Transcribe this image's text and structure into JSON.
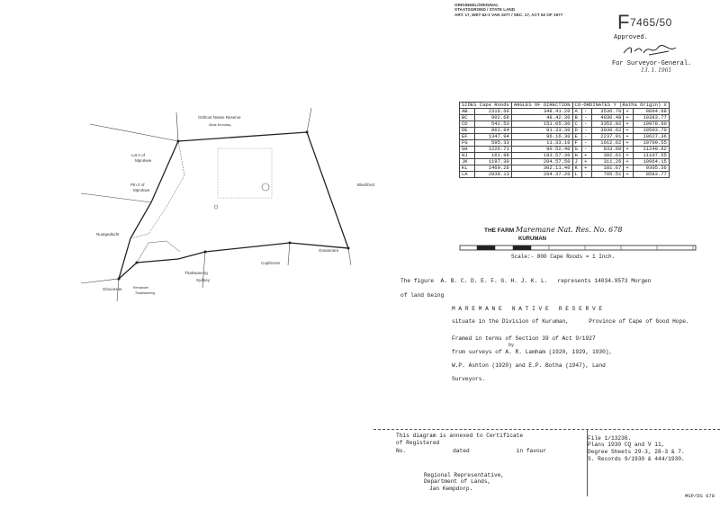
{
  "header": {
    "stamp_lines": [
      "ORIGINEEL/ORIGINAL",
      "STAATSGROND / STATE LAND",
      "ART. 17, WET 62-1 VAN 1977 / SEC. 17, ACT 62 OF 1977"
    ],
    "file_prefix": "F",
    "file_number": "7465/50",
    "approved": "Approved.",
    "for_sg": "For Surveyor-General.",
    "sg_date": "13. 1. 1961"
  },
  "coords_table": {
    "headers": [
      "SIDES Cape Roods",
      "ANGLES OF DIRECTION",
      "CO-ORDINATES Y (Ratha Origin) X"
    ],
    "rows": [
      [
        "AB",
        "2316.60",
        "348.41.20",
        "A",
        "-",
        "3536.70",
        "+",
        "8894.88"
      ],
      [
        "BC",
        "902.68",
        "48.42.30",
        "B",
        "-",
        "4030.48",
        "+",
        "10383.77"
      ],
      [
        "CD",
        "542.53",
        "151.05.30",
        "C",
        "-",
        "3352.92",
        "+",
        "10978.60"
      ],
      [
        "DE",
        "861.84",
        "81.33.30",
        "D",
        "-",
        "3030.62",
        "+",
        "10503.70"
      ],
      [
        "EF",
        "1347.94",
        "96.16.30",
        "E",
        "-",
        "2237.91",
        "+",
        "10627.36"
      ],
      [
        "FG",
        "595.33",
        "11.33.10",
        "F",
        "-",
        "1012.62",
        "+",
        "10700.55"
      ],
      [
        "GH",
        "1226.71",
        "90.52.40",
        "G",
        "-",
        "833.60",
        "+",
        "11240.82"
      ],
      [
        "HJ",
        "161.98",
        "193.57.30",
        "H",
        "+",
        "392.61",
        "+",
        "11107.55"
      ],
      [
        "JK",
        "1197.30",
        "204.57.50",
        "J",
        "+",
        "311.26",
        "+",
        "10964.15"
      ],
      [
        "KL",
        "1460.26",
        "302.11.40",
        "K",
        "+",
        "181.67",
        "+",
        "9305.36"
      ],
      [
        "LA",
        "2838.13",
        "264.37.20",
        "L",
        "-",
        "705.51",
        "+",
        "8583.77"
      ]
    ]
  },
  "farm": {
    "prefix": "THE FARM",
    "name": "Maremane Nat. Res. No. 678",
    "district": "KURUMAN",
    "scale": "Scale:- 800 Cape Roods = 1 Inch."
  },
  "description": {
    "line1": "The figure  A. B. C. D. E. F. G. H. J. K. L.   represents 14034.9573 Morgen",
    "line2": "of land being",
    "line3": "M A R E M A N E   N A T I V E   R E S E R V E",
    "line4": "situate in the Division of Kuruman,      Province of Cape of Good Hope.",
    "line5": "Framed in terms of Section 39 of Act 9/1927",
    "line6": "by",
    "line7": "from surveys of A. R. Lamham (1920, 1929, 1930),",
    "line8": "W.P. Ashton (1920) and E.P. Botha (1947), Land",
    "line9": "Surveyors."
  },
  "map": {
    "top_label1": "Oshloot  Native  Reserve",
    "top_label2": "Alias  brondaq",
    "left_label1": "Lot  A  of",
    "left_label2": "Mprokwe",
    "left_label3": "Ptn 2  of",
    "left_label4": "Mprokwe",
    "right_label": "Blashford",
    "grassmere": "Grassmere",
    "copthorne": "Copthorne",
    "nuutgedacht": "Nuutgedacht",
    "thakwaneng": "Thakwaneng",
    "sydney": "Sydney",
    "gloucester": "Gloucester",
    "remainder": "Remainder",
    "thaakwaneng2": "Thaakwaneng"
  },
  "footer": {
    "cert1": "This diagram is annexed to Certificate",
    "cert2": "of Registered",
    "cert3": "No.              dated              in favour",
    "regional1": "Regional Representative,",
    "regional2": "Department of Lands,",
    "regional3": "Jan Kempdorp.",
    "file1": "File 1/13236.",
    "file2": "Plans 1930 CQ and V 11,",
    "file3": "Degree Sheets 29-3, 28-3 & 7.",
    "file4": "S. Records 9/1930 & 444/1930.",
    "corner": "MSP/DS 678"
  }
}
